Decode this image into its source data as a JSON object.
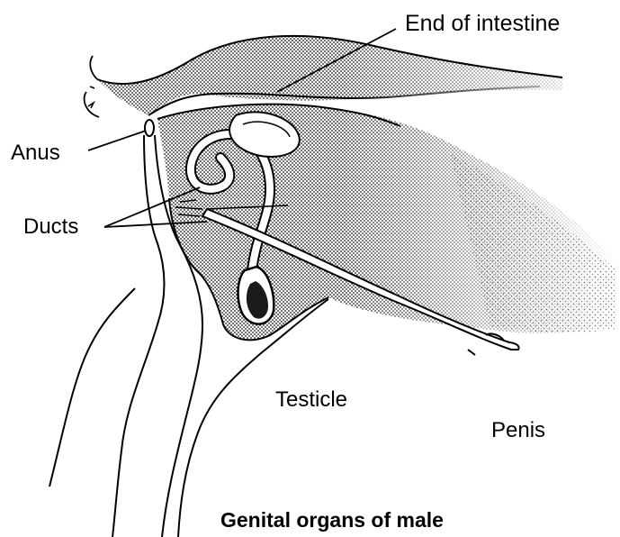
{
  "labels": {
    "end_of_intestine": "End of intestine",
    "anus": "Anus",
    "ducts": "Ducts",
    "testicle": "Testicle",
    "penis": "Penis"
  },
  "caption": "Genital organs of male",
  "colors": {
    "ink": "#000000",
    "stipple": "#000000",
    "background": "#ffffff"
  }
}
